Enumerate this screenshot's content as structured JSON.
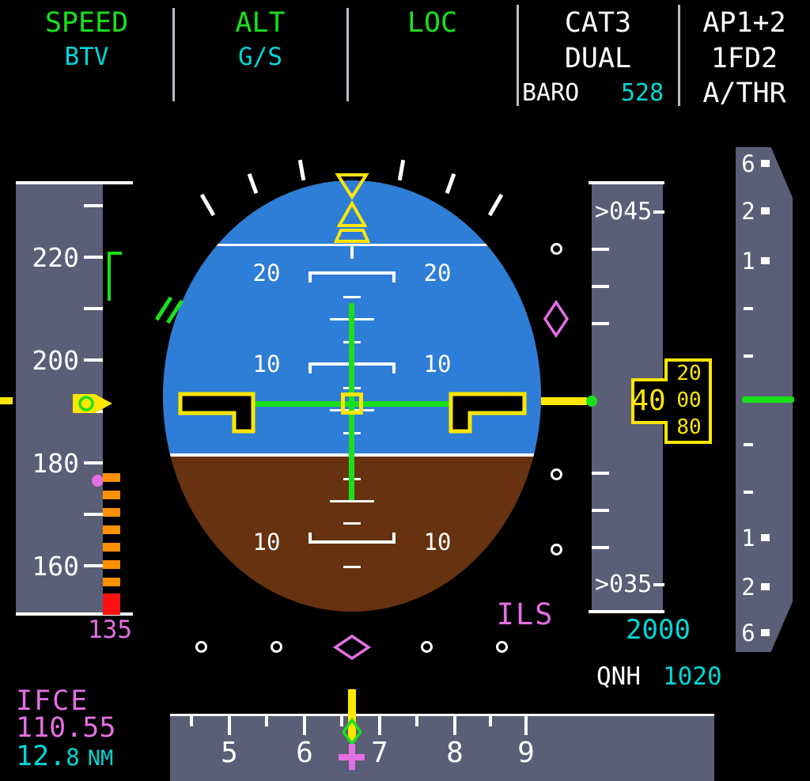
{
  "colors": {
    "green": "#1ae01a",
    "cyan": "#00d7d7",
    "white": "#ffffff",
    "magenta": "#e36fe3",
    "yellow": "#ffe600",
    "sky": "#2e7dd6",
    "ground": "#66320f",
    "tape_gray": "#5a5e76",
    "warning_red": "#ff1010",
    "stripe_orange": "#ff9000"
  },
  "fma": {
    "autothrust_mode": "SPEED",
    "autothrust_armed": "BTV",
    "vertical_mode": "ALT",
    "vertical_armed": "G/S",
    "lateral_mode": "LOC",
    "approach_capability": "CAT3",
    "approach_redundancy": "DUAL",
    "minimums_label": "BARO",
    "minimums_value": "528",
    "autopilot_status": "AP1+2",
    "flight_director_status": "1FD2",
    "autothrust_status": "A/THR"
  },
  "speed_tape": {
    "labels": [
      "220",
      "200",
      "180",
      "160"
    ],
    "target_speed": "135"
  },
  "attitude": {
    "pitch_up_20": "20",
    "pitch_up_10": "10",
    "pitch_down_10": "10",
    "ils_flag": "ILS"
  },
  "altitude_tape": {
    "upper_label": ">045",
    "lower_label": ">035",
    "readout_main": "40",
    "drum_upper": "20",
    "drum_center": "00",
    "drum_lower": "80",
    "selected_altitude": "2000",
    "qnh_label": "QNH",
    "qnh_value": "1020"
  },
  "vertical_speed": {
    "labels_up": [
      "6",
      "2",
      "1"
    ],
    "labels_down": [
      "1",
      "2",
      "6"
    ]
  },
  "heading_tape": {
    "labels": [
      "5",
      "6",
      "7",
      "8",
      "9"
    ]
  },
  "ils_info": {
    "ident": "IFCE",
    "frequency": "110.55",
    "dme_int": "12.",
    "dme_dec": "8",
    "dme_unit": "NM"
  }
}
